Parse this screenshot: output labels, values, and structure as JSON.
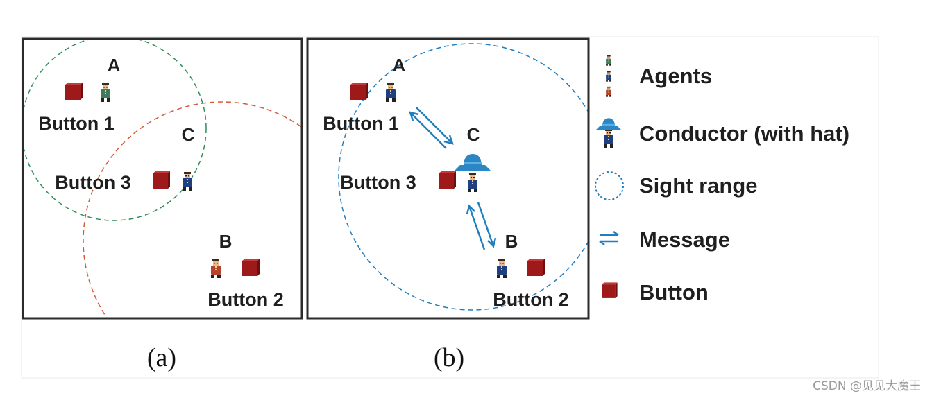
{
  "panel_a": {
    "caption": "(a)",
    "agents": [
      {
        "label": "A",
        "color": "#3f7a5a"
      },
      {
        "label": "C",
        "color": "#1f3f7f"
      },
      {
        "label": "B",
        "color": "#b4452c"
      }
    ],
    "buttons": [
      {
        "label": "Button 1"
      },
      {
        "label": "Button 3"
      },
      {
        "label": "Button 2"
      }
    ]
  },
  "panel_b": {
    "caption": "(b)",
    "agents": [
      {
        "label": "A",
        "color": "#1f3f7f"
      },
      {
        "label": "C",
        "color": "#1f3f7f"
      },
      {
        "label": "B",
        "color": "#1f3f7f"
      }
    ],
    "buttons": [
      {
        "label": "Button 1"
      },
      {
        "label": "Button 3"
      },
      {
        "label": "Button 2"
      }
    ]
  },
  "legend": {
    "items": [
      {
        "label": "Agents",
        "icon": "agents-icon"
      },
      {
        "label": "Conductor (with hat)",
        "icon": "conductor-icon"
      },
      {
        "label": "Sight range",
        "icon": "sight-range-icon"
      },
      {
        "label": "Message",
        "icon": "message-icon"
      },
      {
        "label": "Button",
        "icon": "button-icon"
      }
    ]
  },
  "colors": {
    "button_red": "#9e1a1a",
    "agent_green": "#3f7a5a",
    "agent_blue": "#1f3f7f",
    "agent_red": "#b4452c",
    "sight_green": "#2e8b57",
    "sight_red": "#d9573c",
    "sight_blue": "#1f7fbf",
    "message_blue": "#1f7fbf"
  },
  "watermark": "CSDN @见见大魔王"
}
